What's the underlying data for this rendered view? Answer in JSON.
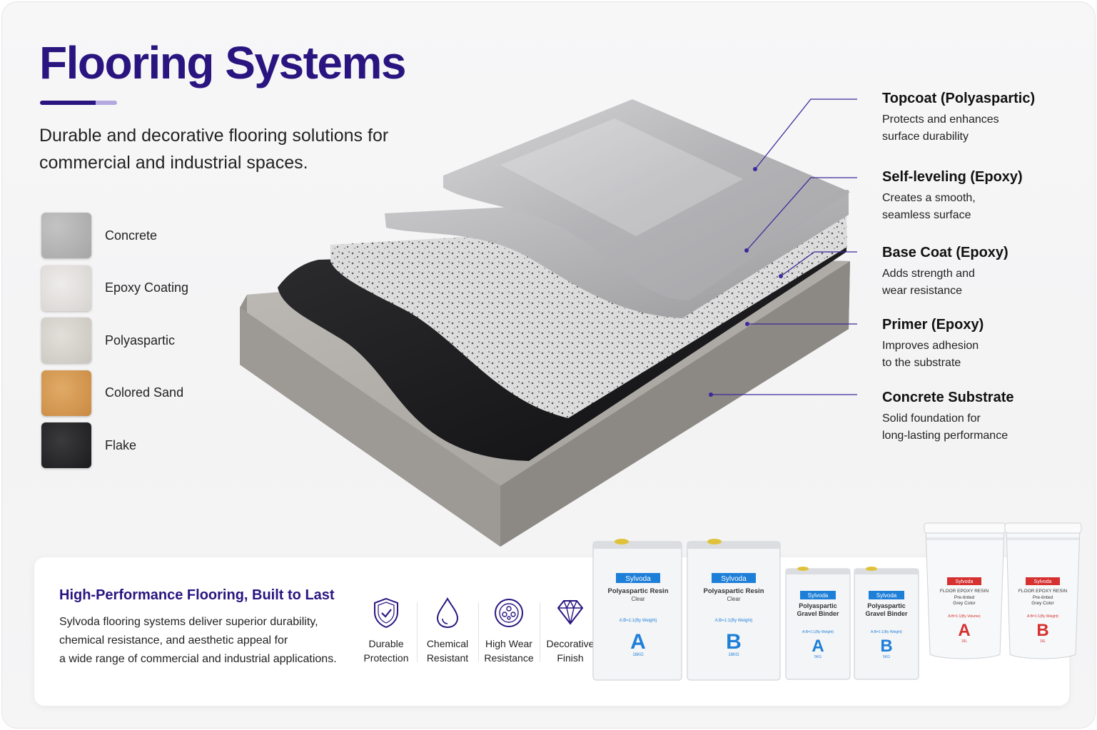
{
  "header": {
    "title": "Flooring Systems",
    "subtitle": "Durable and decorative flooring solutions for commercial and industrial spaces."
  },
  "swatches": [
    {
      "label": "Concrete",
      "color": "#b3b3b3"
    },
    {
      "label": "Epoxy Coating",
      "color": "#e2e0dd"
    },
    {
      "label": "Polyaspartic",
      "color": "#d7d4cf"
    },
    {
      "label": "Colored Sand",
      "color": "#d79d57"
    },
    {
      "label": "Flake",
      "color": "#2a2a2c"
    }
  ],
  "layers": [
    {
      "name": "Topcoat (Polyaspartic)",
      "description_1": "Protects and enhances",
      "description_2": "surface durability"
    },
    {
      "name": "Self-leveling (Epoxy)",
      "description_1": "Creates a smooth,",
      "description_2": "seamless surface"
    },
    {
      "name": "Base Coat (Epoxy)",
      "description_1": "Adds strength and",
      "description_2": "wear resistance"
    },
    {
      "name": "Primer (Epoxy)",
      "description_1": "Improves adhesion",
      "description_2": "to the substrate"
    },
    {
      "name": "Concrete Substrate",
      "description_1": "Solid foundation for",
      "description_2": "long-lasting performance"
    }
  ],
  "panel": {
    "title": "High-Performance Flooring, Built to Last",
    "text_1": "Sylvoda flooring systems deliver superior durability,",
    "text_2": "chemical resistance, and aesthetic appeal for",
    "text_3": "a wide range of commercial and industrial applications."
  },
  "features": [
    {
      "icon": "shield-check-icon",
      "line1": "Durable",
      "line2": "Protection"
    },
    {
      "icon": "drop-icon",
      "line1": "Chemical",
      "line2": "Resistant"
    },
    {
      "icon": "wear-circle-icon",
      "line1": "High Wear",
      "line2": "Resistance"
    },
    {
      "icon": "diamond-icon",
      "line1": "Decorative",
      "line2": "Finish"
    }
  ],
  "products": [
    {
      "brand": "Sylvoda",
      "name_1": "Polyaspartic Resin",
      "name_2": "Clear",
      "ratio": "A:B=1:1(By Weight)",
      "part": "A",
      "weight": "16KG"
    },
    {
      "brand": "Sylvoda",
      "name_1": "Polyaspartic Resin",
      "name_2": "Clear",
      "ratio": "A:B=1:1(By Weight)",
      "part": "B",
      "weight": "16KG"
    },
    {
      "brand": "Sylvoda",
      "name_1": "Polyaspartic",
      "name_2": "Gravel Binder",
      "ratio": "A:B=1:1(By Weight)",
      "part": "A",
      "weight": "5KG"
    },
    {
      "brand": "Sylvoda",
      "name_1": "Polyaspartic",
      "name_2": "Gravel Binder",
      "ratio": "A:B=1:1(By Weight)",
      "part": "B",
      "weight": "5KG"
    },
    {
      "brand": "Sylvoda",
      "name_1": "FLOOR EPOXY RESIN",
      "name_2": "Pre-tinted",
      "name_3": "Grey Color",
      "ratio": "A:B=1:1(By Volume)",
      "part": "A",
      "weight": "16L"
    },
    {
      "brand": "Sylvoda",
      "name_1": "FLOOR EPOXY RESIN",
      "name_2": "Pre-tinted",
      "name_3": "Grey Color",
      "ratio": "A:B=1:1(By Weight)",
      "part": "B",
      "weight": "16L"
    }
  ],
  "colors": {
    "brand": "#2a1580",
    "accent_blue": "#1e7fd8",
    "accent_red": "#d63030"
  }
}
